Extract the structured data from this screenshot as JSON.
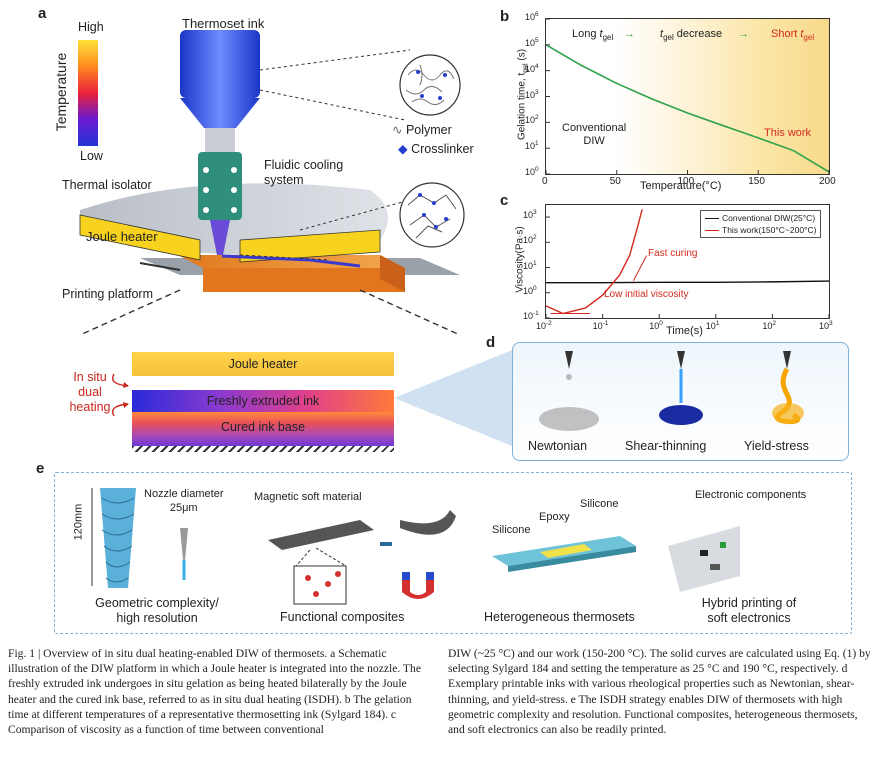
{
  "panel_a": {
    "label": "a",
    "colorbar": {
      "title": "Temperature",
      "high": "High",
      "low": "Low"
    },
    "thermoset_ink": "Thermoset ink",
    "polymer": "Polymer",
    "crosslinker": "Crosslinker",
    "fluidic_cooling": "Fluidic cooling",
    "system": "system",
    "thermal_isolator": "Thermal isolator",
    "joule_heater": "Joule heater",
    "printing_platform": "Printing platform",
    "zoom": {
      "joule_heater": "Joule heater",
      "extruded": "Freshly extruded ink",
      "cured": "Cured ink base",
      "in_situ": "In situ",
      "dual": "dual",
      "heating": "heating"
    }
  },
  "panel_b": {
    "label": "b",
    "xlabel": "Temperature(°C)",
    "ylabel": "Gelation time, t",
    "ylabel_sub": "gel",
    "ylabel_unit": "(s)",
    "long_prefix": "Long ",
    "decrease_prefix": "t",
    "decrease_sub": "gel",
    "decrease_suffix": " decrease",
    "short_prefix": "Short ",
    "t": "t",
    "gel": "gel",
    "conventional": "Conventional",
    "diw": "DIW",
    "this_work": "This work",
    "xticks": [
      "0",
      "50",
      "100",
      "150",
      "200"
    ],
    "yticks": [
      "10",
      "10",
      "10",
      "10",
      "10",
      "10",
      "10"
    ],
    "yexp": [
      "0",
      "1",
      "2",
      "3",
      "4",
      "5",
      "6"
    ],
    "arrow": "→"
  },
  "panel_c": {
    "label": "c",
    "xlabel": "Time(s)",
    "ylabel": "Viscosity(Pa·s)",
    "legend": [
      "Conventional DIW(25°C)",
      "This work(150°C~200°C)"
    ],
    "fast_curing": "Fast curing",
    "low_viscosity": "Low initial viscosity",
    "xticks": [
      "10",
      "10",
      "10",
      "10",
      "10",
      "10"
    ],
    "xexp": [
      "-2",
      "-1",
      "0",
      "1",
      "2",
      "3"
    ],
    "yticks": [
      "10",
      "10",
      "10",
      "10",
      "10"
    ],
    "yexp": [
      "-1",
      "0",
      "1",
      "2",
      "3"
    ]
  },
  "panel_d": {
    "label": "d",
    "items": [
      "Newtonian",
      "Shear-thinning",
      "Yield-stress"
    ]
  },
  "panel_e": {
    "label": "e",
    "height": "120mm",
    "nozzle_diameter": "Nozzle diameter",
    "nozzle_value": "25μm",
    "magnetic": "Magnetic soft material",
    "silicone1": "Silicone",
    "epoxy": "Epoxy",
    "silicone2": "Silicone",
    "electronic": "Electronic components",
    "captions": [
      {
        "l1": "Geometric complexity/",
        "l2": "high resolution"
      },
      {
        "l1": "Functional composites",
        "l2": ""
      },
      {
        "l1": "Heterogeneous thermosets",
        "l2": ""
      },
      {
        "l1": "Hybrid printing of",
        "l2": "soft electronics"
      }
    ]
  },
  "chart_data": [
    {
      "type": "line",
      "title": "",
      "xlabel": "Temperature(°C)",
      "ylabel": "Gelation time, tgel (s)",
      "yscale": "log",
      "xlim": [
        0,
        200
      ],
      "ylim": [
        1,
        1000000
      ],
      "series": [
        {
          "name": "",
          "x": [
            0,
            25,
            50,
            75,
            100,
            125,
            150,
            175,
            200
          ],
          "values": [
            100000,
            16000,
            3200,
            800,
            230,
            75,
            25,
            8,
            1.2
          ]
        }
      ]
    },
    {
      "type": "line",
      "title": "",
      "xlabel": "Time(s)",
      "ylabel": "Viscosity(Pa·s)",
      "xscale": "log",
      "yscale": "log",
      "xlim": [
        0.01,
        1000
      ],
      "ylim": [
        0.1,
        3000
      ],
      "series": [
        {
          "name": "Conventional DIW(25°C)",
          "x": [
            0.01,
            0.1,
            1,
            10,
            100,
            1000
          ],
          "values": [
            2.5,
            2.5,
            2.6,
            2.6,
            2.7,
            2.9
          ]
        },
        {
          "name": "This work(150°C~200°C)",
          "x": [
            0.01,
            0.02,
            0.05,
            0.1,
            0.2,
            0.3,
            0.4,
            0.5
          ],
          "values": [
            0.3,
            0.15,
            0.25,
            0.8,
            5,
            30,
            300,
            2000
          ]
        }
      ]
    }
  ],
  "caption": {
    "left": "Fig. 1 | Overview of in situ dual heating-enabled DIW of thermosets. a Schematic illustration of the DIW platform in which a Joule heater is integrated into the nozzle. The freshly extruded ink undergoes in situ gelation as being heated bilaterally by the Joule heater and the cured ink base, referred to as in situ dual heating (ISDH). b The gelation time at different temperatures of a representative thermosetting ink (Sylgard 184). c Comparison of viscosity as a function of time between conventional",
    "right": "DIW (~25 °C) and our work (150-200 °C). The solid curves are calculated using Eq. (1) by selecting Sylgard 184 and setting the temperature as 25 °C and 190 °C, respectively. d Exemplary printable inks with various rheological properties such as Newtonian, shear-thinning, and yield-stress. e The ISDH strategy enables DIW of thermosets with high geometric complexity and resolution. Functional composites, heterogeneous thermosets, and soft electronics can also be readily printed."
  }
}
